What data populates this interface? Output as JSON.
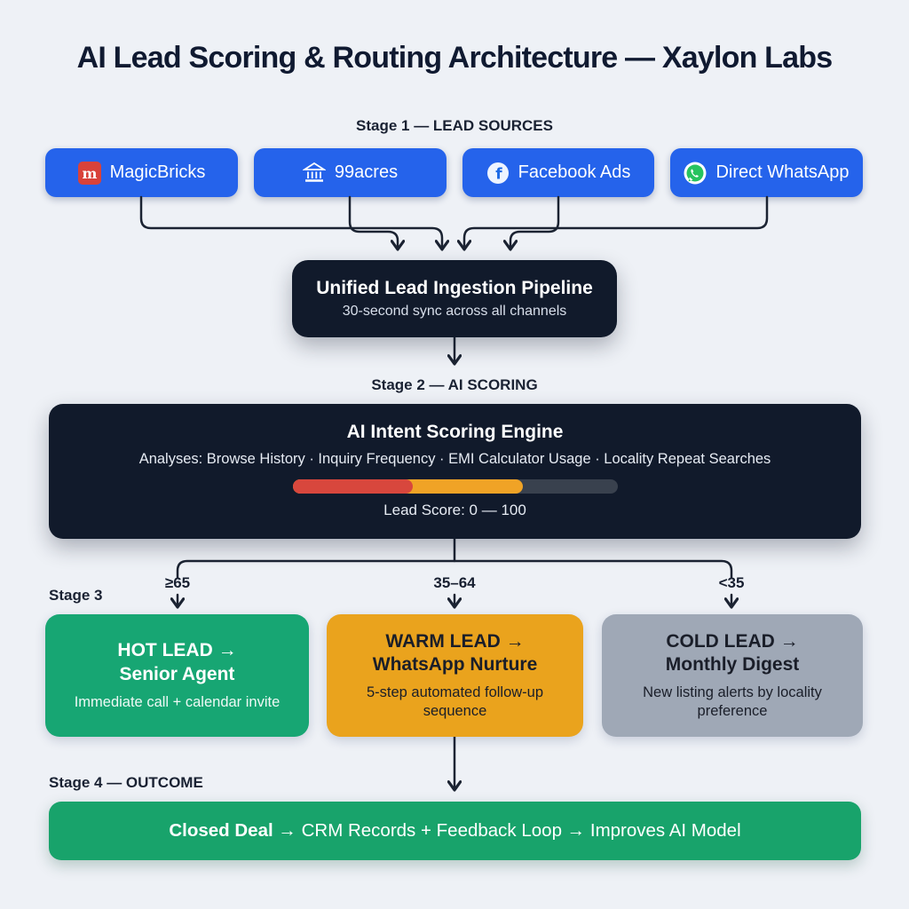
{
  "title": "AI Lead Scoring & Routing Architecture — Xaylon Labs",
  "stage1": {
    "label": "Stage 1 — LEAD SOURCES",
    "sources": [
      {
        "name": "MagicBricks",
        "icon": "magicbricks-icon"
      },
      {
        "name": "99acres",
        "icon": "bank-building-icon"
      },
      {
        "name": "Facebook Ads",
        "icon": "facebook-icon"
      },
      {
        "name": "Direct WhatsApp",
        "icon": "whatsapp-icon"
      }
    ]
  },
  "pipeline": {
    "title": "Unified Lead Ingestion Pipeline",
    "subtitle": "30-second sync across all channels"
  },
  "stage2": {
    "label": "Stage 2 — AI SCORING",
    "engine": {
      "title": "AI Intent Scoring Engine",
      "analyses": "Analyses: Browse History · Inquiry Frequency · EMI Calculator Usage · Locality Repeat Searches",
      "score_label": "Lead Score: 0 — 100",
      "bar": {
        "segments": [
          {
            "label": "low-score",
            "color": "#d8473d",
            "end_pct": 37
          },
          {
            "label": "mid-score",
            "color": "#f0a326",
            "end_pct": 71
          },
          {
            "label": "track",
            "color": "#39414e",
            "end_pct": 100
          }
        ]
      }
    }
  },
  "stage3": {
    "label": "Stage 3",
    "branches": [
      {
        "threshold": "≥65",
        "title_line1": "HOT LEAD →",
        "title_line2": "Senior Agent",
        "detail": "Immediate call + calendar invite",
        "color": "#17a673"
      },
      {
        "threshold": "35–64",
        "title_line1": "WARM LEAD →",
        "title_line2": "WhatsApp Nurture",
        "detail": "5-step automated follow-up sequence",
        "color": "#eaa31d"
      },
      {
        "threshold": "<35",
        "title_line1": "COLD LEAD →",
        "title_line2": "Monthly Digest",
        "detail": "New listing alerts by locality preference",
        "color": "#9fa8b6"
      }
    ]
  },
  "stage4": {
    "label": "Stage 4 — OUTCOME",
    "outcome_bold": "Closed Deal",
    "outcome_rest": " → CRM Records + Feedback Loop → Improves AI Model"
  },
  "colors": {
    "background": "#eef1f6",
    "source_blue": "#2563eb",
    "dark_navy": "#111a2b",
    "hot_green": "#17a673",
    "warm_amber": "#eaa31d",
    "cold_gray": "#9fa8b6",
    "outcome_green": "#18a36b",
    "connector": "#1b2332",
    "magicbricks_red": "#d9423a",
    "whatsapp_green": "#27c35f",
    "facebook_blue": "#1d6ae5"
  }
}
